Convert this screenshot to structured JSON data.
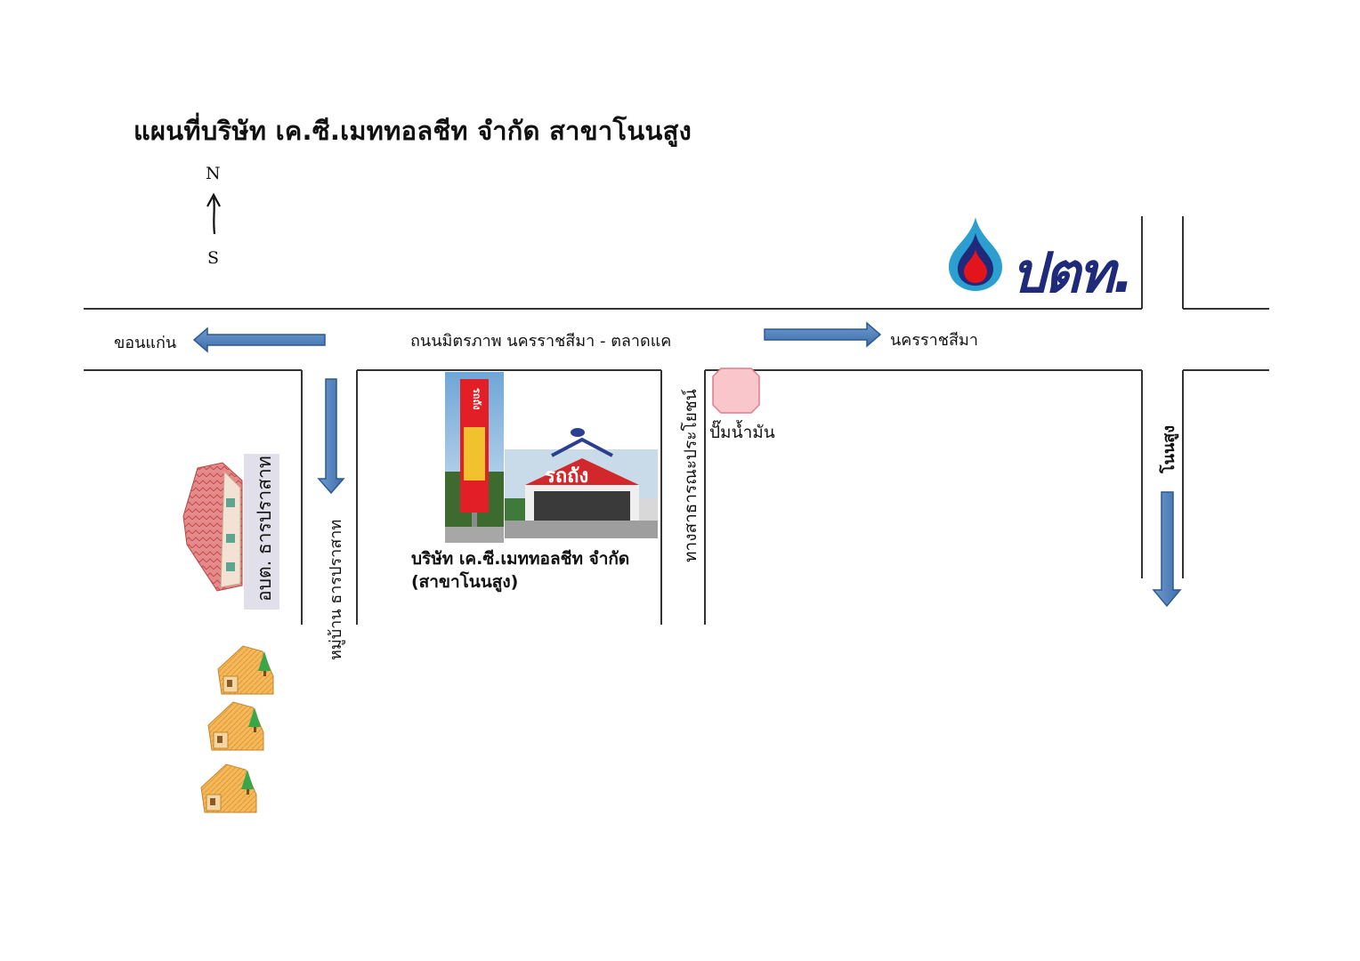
{
  "title": "แผนที่บริษัท เค.ซี.เมททอลชีท จำกัด  สาขาโนนสูง",
  "compass": {
    "north": "N",
    "south": "S"
  },
  "roads": {
    "main_road": "ถนนมิตรภาพ นครราชสีมา - ตลาดแค",
    "left_destination": "ขอนแก่น",
    "right_destination": "นครราชสีมา",
    "village_road": "หมู่บ้าน ธารปราสาท",
    "public_road": "ทางสาธารณะประโยชน์",
    "non_sung_road": "โนนสูง"
  },
  "places": {
    "sub_district_office": "อบต.  ธารปราสาท",
    "gas_station": "ปั๊มน้ำมัน",
    "company_line1": "บริษัท เค.ซี.เมททอลชีท จำกัด",
    "company_line2": "(สาขาโนนสูง)",
    "ptt_logo": "ปตท.",
    "store_sign": "รถถัง"
  },
  "colors": {
    "road_line": "#333333",
    "arrow_fill": "#4f81bd",
    "arrow_stroke": "#2c5a8f",
    "ptt_blue": "#1f2a7a",
    "ptt_cyan": "#2a9fd0",
    "ptt_red": "#e3141b",
    "gas_fill": "#f9c6cc",
    "brand_red": "#e21f26"
  },
  "icons": [
    "north-arrow-icon",
    "direction-arrow-icon",
    "ptt-flame-icon",
    "building-icon",
    "house-icon",
    "gas-station-icon"
  ]
}
